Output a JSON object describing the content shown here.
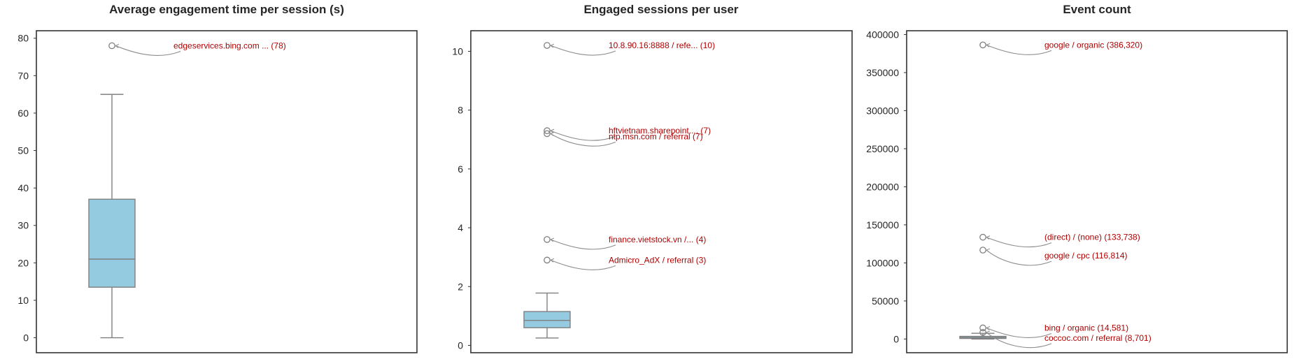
{
  "chart_data": [
    {
      "type": "box",
      "title": "Average engagement time per session (s)",
      "ylim": [
        -4,
        82
      ],
      "yticks": [
        0,
        10,
        20,
        30,
        40,
        50,
        60,
        70,
        80
      ],
      "tick_labels": [
        "0",
        "10",
        "20",
        "30",
        "40",
        "50",
        "60",
        "70",
        "80"
      ],
      "box": {
        "whisker_low": 0,
        "q1": 13.5,
        "median": 21,
        "q3": 37,
        "whisker_high": 65
      },
      "outliers": [
        {
          "value": 78,
          "label": "edgeservices.bing.com ... (78)"
        }
      ],
      "box_color": "#95cbe0",
      "annotation_color": "#b00000"
    },
    {
      "type": "box",
      "title": "Engaged sessions per user",
      "ylim": [
        -0.25,
        10.7
      ],
      "yticks": [
        0,
        2,
        4,
        6,
        8,
        10
      ],
      "tick_labels": [
        "0",
        "2",
        "4",
        "6",
        "8",
        "10"
      ],
      "box": {
        "whisker_low": 0.25,
        "q1": 0.6,
        "median": 0.85,
        "q3": 1.15,
        "whisker_high": 1.78
      },
      "outliers": [
        {
          "value": 10.2,
          "label": "10.8.90.16:8888 / refe... (10)"
        },
        {
          "value": 7.3,
          "label": "hftvietnam.sharepoint.... (7)"
        },
        {
          "value": 7.2,
          "label": "ntp.msn.com / referral (7)"
        },
        {
          "value": 3.6,
          "label": "finance.vietstock.vn /... (4)"
        },
        {
          "value": 2.9,
          "label": "Admicro_AdX / referral (3)"
        }
      ],
      "box_color": "#95cbe0",
      "annotation_color": "#b00000"
    },
    {
      "type": "box",
      "title": "Event count",
      "ylim": [
        -18000,
        405000
      ],
      "yticks": [
        0,
        50000,
        100000,
        150000,
        200000,
        250000,
        300000,
        350000,
        400000
      ],
      "tick_labels": [
        "0",
        "50000",
        "100000",
        "150000",
        "200000",
        "250000",
        "300000",
        "350000",
        "400000"
      ],
      "box": {
        "whisker_low": 0,
        "q1": 800,
        "median": 2000,
        "q3": 3500,
        "whisker_high": 7500
      },
      "outliers": [
        {
          "value": 386320,
          "label": "google / organic (386,320)"
        },
        {
          "value": 133738,
          "label": "(direct) / (none) (133,738)"
        },
        {
          "value": 116814,
          "label": "google / cpc (116,814)"
        },
        {
          "value": 14581,
          "label": "bing / organic (14,581)"
        },
        {
          "value": 8701,
          "label": "coccoc.com / referral (8,701)"
        }
      ],
      "box_color": "#95cbe0",
      "annotation_color": "#b00000"
    }
  ]
}
